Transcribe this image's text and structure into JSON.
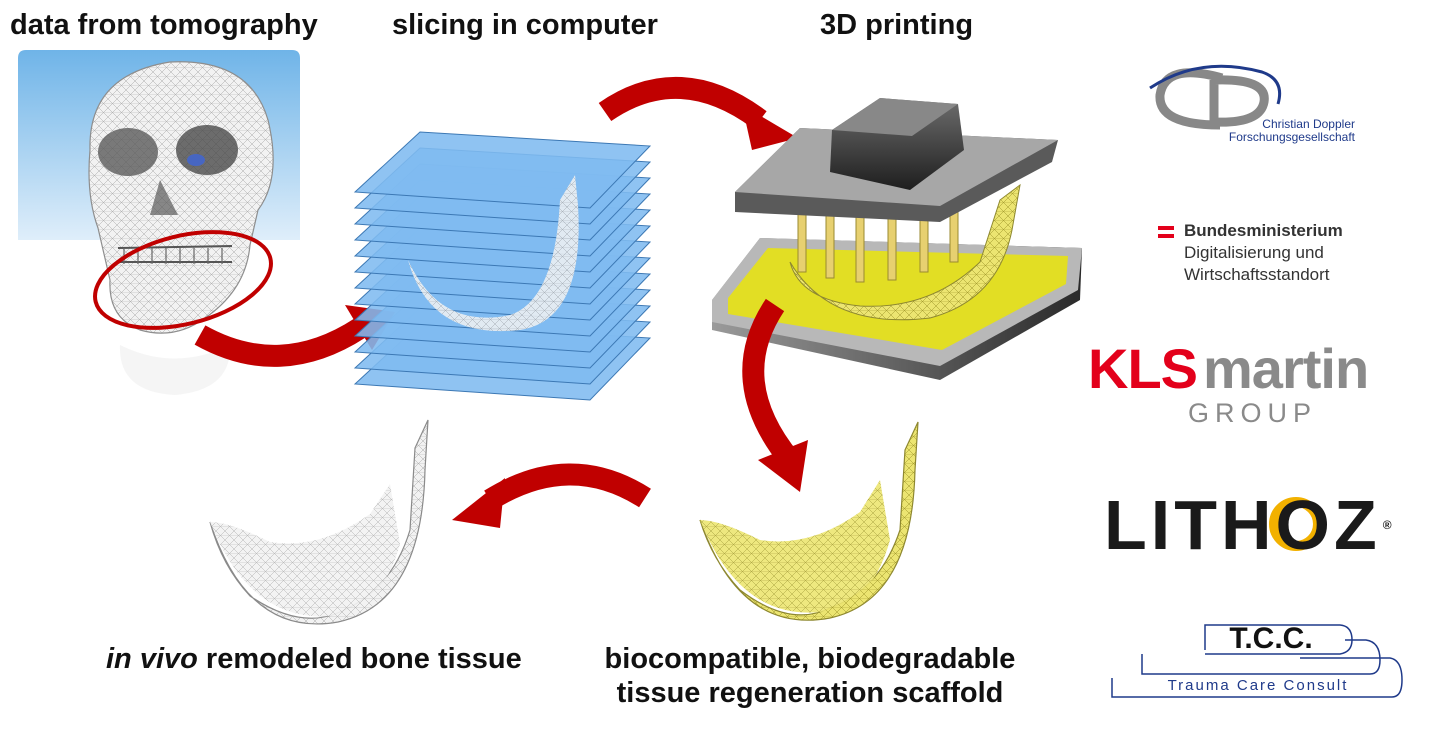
{
  "labels": {
    "tomography": "data from tomography",
    "slicing": "slicing in computer",
    "printing": "3D printing",
    "remodeled_prefix": "in vivo",
    "remodeled_rest": " remodeled bone tissue",
    "scaffold_line1": "biocompatible, biodegradable",
    "scaffold_line2": "tissue regeneration scaffold"
  },
  "logos": {
    "cd_letters": "CD",
    "cd_line1": "Christian Doppler",
    "cd_line2": "Forschungsgesellschaft",
    "bm_line1": "Bundesministerium",
    "bm_line2": "Digitalisierung und",
    "bm_line3": "Wirtschaftsstandort",
    "kls_red": "KLS",
    "kls_gray": "martin",
    "kls_group": "GROUP",
    "lithoz": "LITHOZ",
    "lithoz_reg": "®",
    "tcc_title": "T.C.C.",
    "tcc_sub": "Trauma Care Consult"
  },
  "colors": {
    "arrow_red": "#c00000",
    "scaffold_yellow": "#e8e070",
    "slice_blue": "#7fbbf0",
    "kls_red": "#e3001b",
    "kls_gray": "#8a8a8a",
    "lithoz_gold": "#f2b100",
    "cd_blue": "#1f3a8a"
  }
}
